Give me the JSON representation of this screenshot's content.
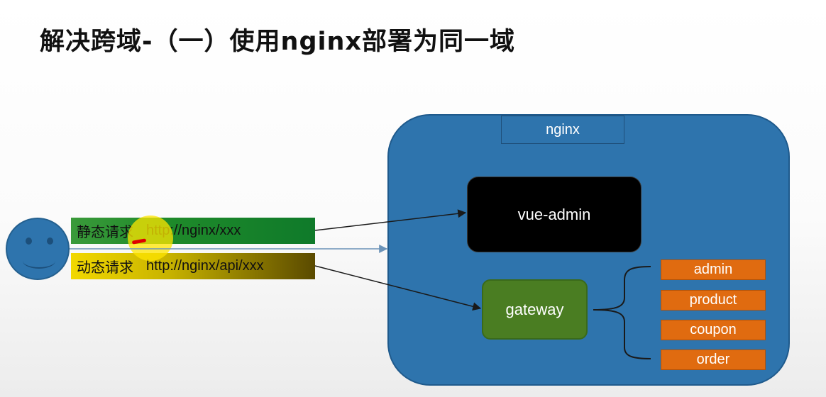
{
  "title": "解决跨域-（一）使用nginx部署为同一域",
  "nginx_label": "nginx",
  "vue_admin": "vue-admin",
  "gateway": "gateway",
  "services": [
    "admin",
    "product",
    "coupon",
    "order"
  ],
  "requests": {
    "static": {
      "kind": "静态请求",
      "url": "http://nginx/xxx"
    },
    "dynamic": {
      "kind": "动态请求",
      "url": "http://nginx/api/xxx"
    }
  },
  "colors": {
    "nginx_container": "#2e74ad",
    "vue_box": "#000000",
    "gateway_box": "#4a7d22",
    "service_box": "#e06b10",
    "static_request": "#1f8a2a",
    "dynamic_request": "#c8b300"
  }
}
